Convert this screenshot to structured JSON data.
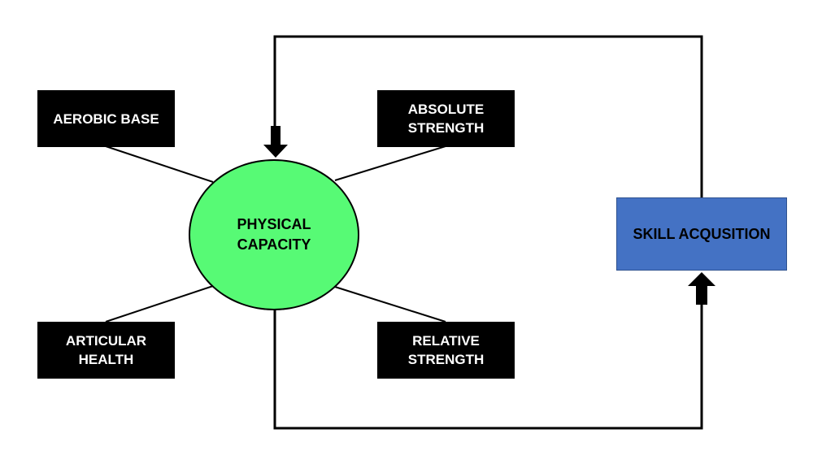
{
  "center": {
    "label": "PHYSICAL\nCAPACITY",
    "fill": "#57fa75"
  },
  "factors": [
    {
      "id": "aerobic-base",
      "label": "AEROBIC BASE"
    },
    {
      "id": "absolute-strength",
      "label": "ABSOLUTE\nSTRENGTH"
    },
    {
      "id": "articular-health",
      "label": "ARTICULAR\nHEALTH"
    },
    {
      "id": "relative-strength",
      "label": "RELATIVE\nSTRENGTH"
    }
  ],
  "skill": {
    "label": "SKILL ACQUSITION",
    "fill": "#4472c4"
  },
  "colors": {
    "factor_box": "#000000",
    "factor_text": "#ffffff",
    "lines": "#000000"
  }
}
